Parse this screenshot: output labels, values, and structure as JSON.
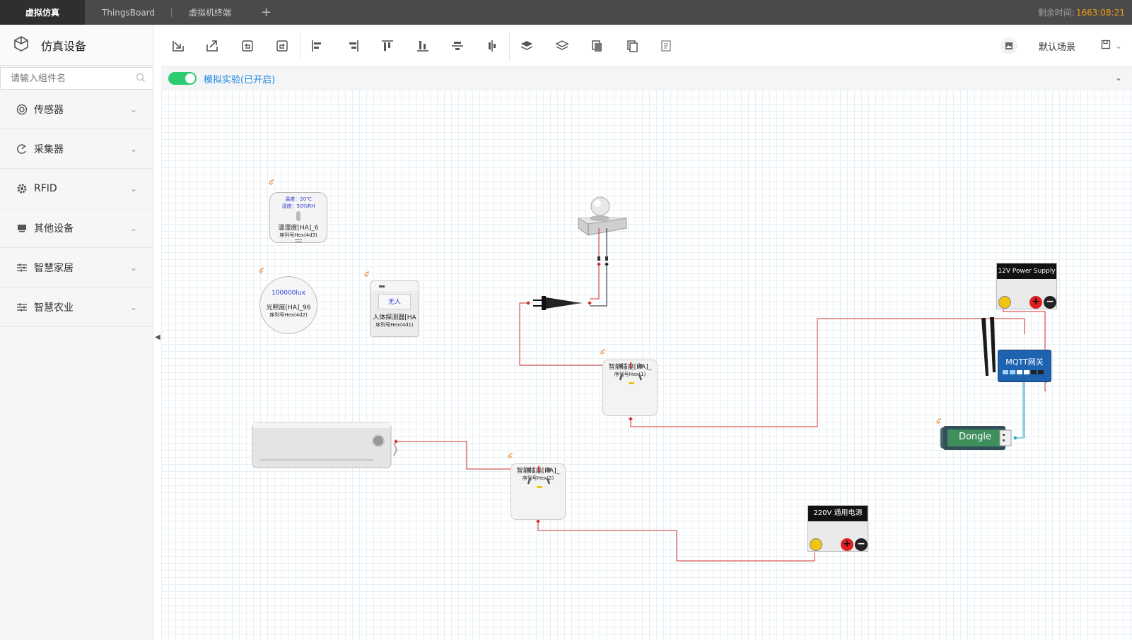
{
  "tabs": [
    {
      "label": "虚拟仿真",
      "active": true
    },
    {
      "label": "ThingsBoard",
      "active": false
    },
    {
      "label": "虚拟机终端",
      "active": false
    }
  ],
  "add_tab": "+",
  "remaining": {
    "label": "剩余时间:",
    "value": "1663:08:21"
  },
  "sidebar": {
    "title": "仿真设备",
    "search_placeholder": "请输入组件名",
    "items": [
      {
        "label": "传感器",
        "icon": "sensor-icon"
      },
      {
        "label": "采集器",
        "icon": "collector-icon"
      },
      {
        "label": "RFID",
        "icon": "gear-icon"
      },
      {
        "label": "其他设备",
        "icon": "monitor-icon"
      },
      {
        "label": "智慧家居",
        "icon": "sliders-icon"
      },
      {
        "label": "智慧农业",
        "icon": "sliders-icon"
      }
    ]
  },
  "toolbar": {
    "scene": "默认场景"
  },
  "sim": {
    "label": "模拟实验(已开启)",
    "enabled": true
  },
  "devices": {
    "temp_humidity": {
      "temp": "温度：20℃",
      "humidity": "湿度：50%RH",
      "name": "温湿度[HA]_6",
      "serial": "序列号Hex(4d3)"
    },
    "light": {
      "value": "100000lux",
      "name": "光照度[HA]_96",
      "serial": "序列号Hex(4d2)"
    },
    "pir": {
      "status": "无人",
      "name": "人体探测器[HA",
      "serial": "序列号Hex(4d1)"
    },
    "plug1": {
      "name": "智能插座[HA]_",
      "serial": "序列号Hex(1)"
    },
    "plug2": {
      "name": "智能插座[HA]_",
      "serial": "序列号Hex(2)"
    },
    "psu12": {
      "label": "12V Power Supply"
    },
    "psu220": {
      "label": "220V 通用电源"
    },
    "gateway": {
      "label": "MQTT网关"
    },
    "dongle": {
      "label": "Dongle"
    }
  },
  "colors": {
    "wire": "#d32f2f",
    "data_wire": "#29a8c9",
    "accent": "#2ecc71",
    "link": "#1e88e5",
    "timer": "#f39c12"
  }
}
